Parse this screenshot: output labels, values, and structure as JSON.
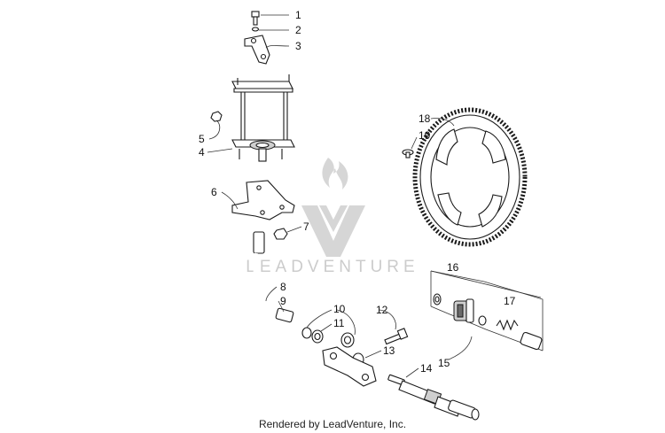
{
  "watermark": {
    "text": "LEADVENTURE"
  },
  "footer": {
    "text": "Rendered by LeadVenture, Inc."
  },
  "callouts": [
    {
      "id": "1",
      "label": "1"
    },
    {
      "id": "2",
      "label": "2"
    },
    {
      "id": "3",
      "label": "3"
    },
    {
      "id": "4",
      "label": "4"
    },
    {
      "id": "5",
      "label": "5"
    },
    {
      "id": "6",
      "label": "6"
    },
    {
      "id": "7",
      "label": "7"
    },
    {
      "id": "8",
      "label": "8"
    },
    {
      "id": "9",
      "label": "9"
    },
    {
      "id": "10",
      "label": "10"
    },
    {
      "id": "11",
      "label": "11"
    },
    {
      "id": "12",
      "label": "12"
    },
    {
      "id": "13",
      "label": "13"
    },
    {
      "id": "14",
      "label": "14"
    },
    {
      "id": "15",
      "label": "15"
    },
    {
      "id": "16",
      "label": "16"
    },
    {
      "id": "17",
      "label": "17"
    },
    {
      "id": "18",
      "label": "18"
    },
    {
      "id": "19",
      "label": "19"
    }
  ]
}
